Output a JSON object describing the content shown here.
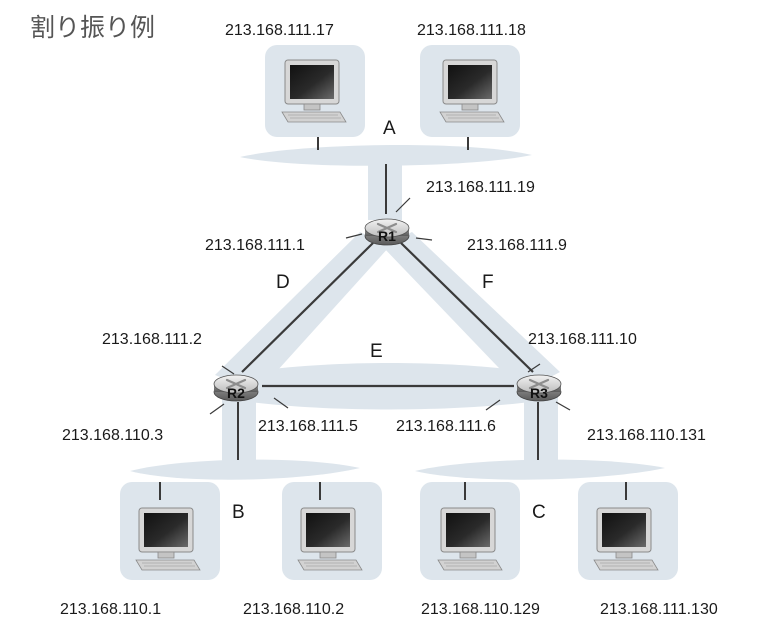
{
  "title": "割り振り例",
  "segments": {
    "a": "A",
    "b": "B",
    "c": "C",
    "d": "D",
    "e": "E",
    "f": "F"
  },
  "routers": {
    "r1": "R1",
    "r2": "R2",
    "r3": "R3"
  },
  "addresses": {
    "host_a1": "213.168.111.17",
    "host_a2": "213.168.111.18",
    "r1_a": "213.168.111.19",
    "r1_d": "213.168.111.1",
    "r1_f": "213.168.111.9",
    "r2_d": "213.168.111.2",
    "r3_f": "213.168.111.10",
    "r2_b": "213.168.110.3",
    "r2_e": "213.168.111.5",
    "r3_e": "213.168.111.6",
    "r3_c": "213.168.110.131",
    "host_b1": "213.168.110.1",
    "host_b2": "213.168.110.2",
    "host_c1": "213.168.110.129",
    "host_c2": "213.168.111.130"
  }
}
